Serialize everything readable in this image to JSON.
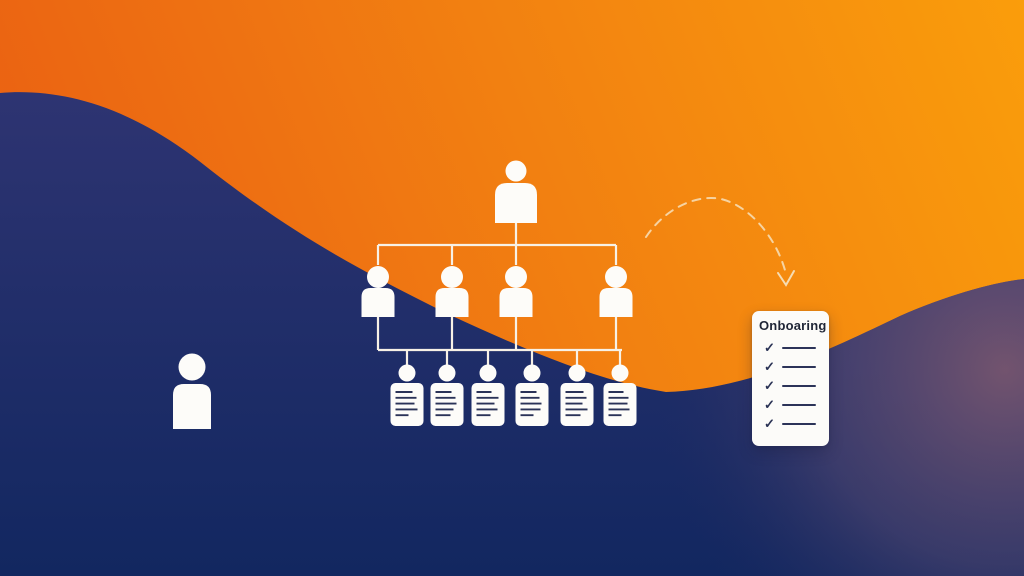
{
  "checklist_card": {
    "title": "Onboaring",
    "check_glyph": "✓",
    "items": [
      "check",
      "check",
      "check",
      "check",
      "check"
    ]
  },
  "org_chart": {
    "top_level_count": 1,
    "middle_level_count": 4,
    "bottom_level_count": 6,
    "bottom_card_text_lines": 5
  },
  "standalone_person_count": 1,
  "arrow": {
    "type": "dashed-arc-arrow",
    "direction": "down-right"
  },
  "colors": {
    "orange_start": "#e95c13",
    "orange_mid": "#f28111",
    "orange_end": "#fa9d0b",
    "navy_top": "#2e3472",
    "navy_bottom": "#122760",
    "hill_glow_mauve": "#6d5470",
    "icon_white": "#fdfcf9",
    "connector_line": "#f7f1e6",
    "arrow_dash": "#f6dcb2",
    "card_background": "#fcfbf9",
    "card_title_text": "#1f2536",
    "check_color": "#2a3255",
    "rule_color": "#2c3359",
    "profile_text_line": "#2b3358"
  }
}
